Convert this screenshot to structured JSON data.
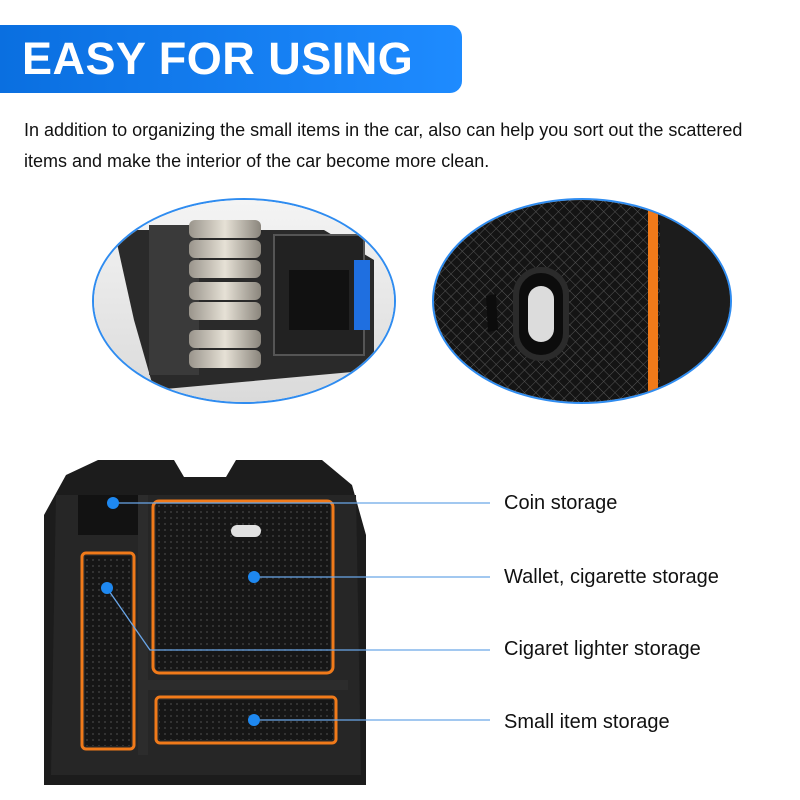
{
  "banner": {
    "title": "EASY FOR USING"
  },
  "description": "In addition to organizing the small items in the car, also can help you sort out the scattered items and make the interior of the car become more clean.",
  "callouts": [
    {
      "label": "Coin storage"
    },
    {
      "label": "Wallet, cigarette storage"
    },
    {
      "label": "Cigaret lighter storage"
    },
    {
      "label": "Small item storage"
    }
  ],
  "colors": {
    "banner_blue": "#1e8bff",
    "accent_orange": "#f07a1a",
    "marker_blue": "#1e88f0",
    "tray_black": "#1c1c1c"
  }
}
